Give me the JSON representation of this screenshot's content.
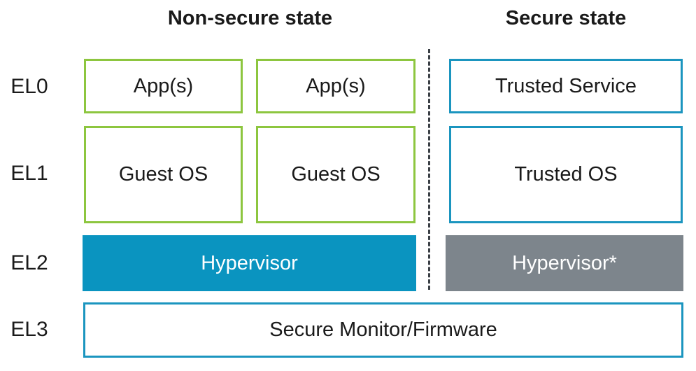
{
  "headings": {
    "non_secure": "Non-secure state",
    "secure": "Secure state"
  },
  "levels": [
    "EL0",
    "EL1",
    "EL2",
    "EL3"
  ],
  "non_secure": {
    "el0": [
      "App(s)",
      "App(s)"
    ],
    "el1": [
      "Guest OS",
      "Guest OS"
    ],
    "el2": "Hypervisor"
  },
  "secure": {
    "el0": "Trusted Service",
    "el1": "Trusted OS",
    "el2": "Hypervisor*"
  },
  "el3": "Secure Monitor/Firmware",
  "colors": {
    "non_secure_outline": "#8dc63f",
    "secure_outline": "#1b95bf",
    "hypervisor_fill": "#0a94c0",
    "secure_hypervisor_fill": "#7d858c",
    "divider": "#3a3f45"
  }
}
